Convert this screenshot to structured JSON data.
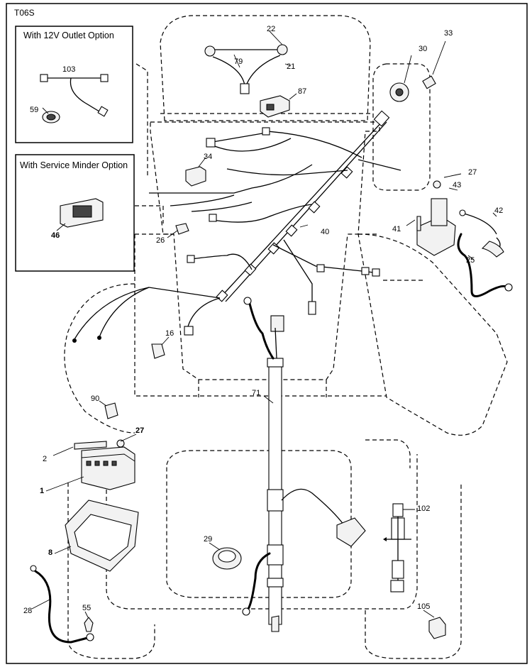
{
  "diagram_code": "T06S",
  "options": {
    "outlet": "With 12V Outlet Option",
    "service": "With Service Minder Option"
  },
  "parts": {
    "p1": "1",
    "p2": "2",
    "p8": "8",
    "p16": "16",
    "p21": "21",
    "p22": "22",
    "p25": "25",
    "p26": "26",
    "p27a": "27",
    "p27b": "27",
    "p28": "28",
    "p29": "29",
    "p30": "30",
    "p33": "33",
    "p34": "34",
    "p40": "40",
    "p41": "41",
    "p42": "42",
    "p43": "43",
    "p46": "46",
    "p55": "55",
    "p59": "59",
    "p71": "71",
    "p79": "79",
    "p87": "87",
    "p90": "90",
    "p102": "102",
    "p103": "103",
    "p105": "105"
  }
}
